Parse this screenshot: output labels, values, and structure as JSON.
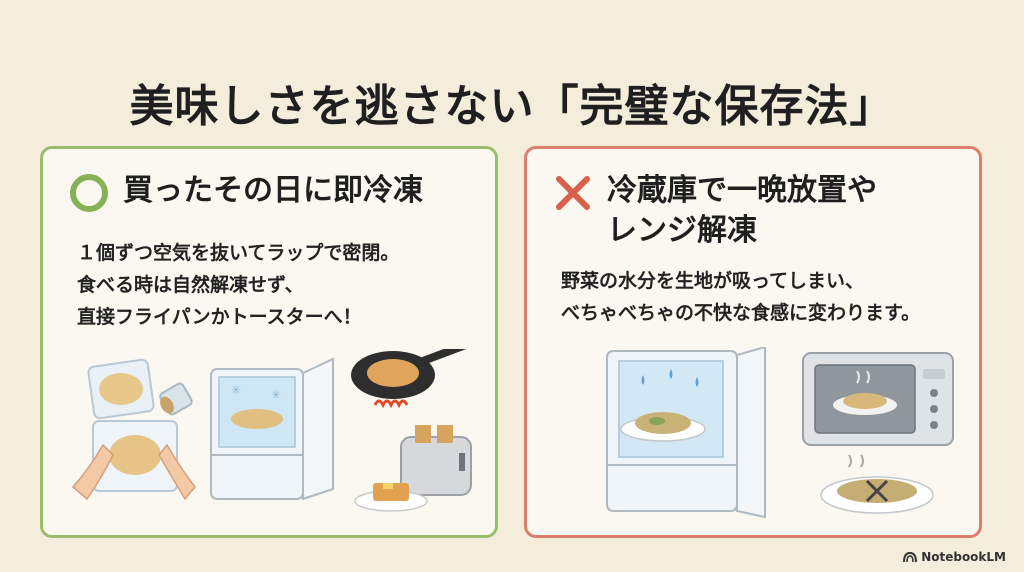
{
  "title": "美味しさを逃さない「完璧な保存法」",
  "good_card": {
    "symbol": "circle-icon",
    "heading": "買ったその日に即冷凍",
    "lines": [
      "１個ずつ空気を抜いてラップで密閉。",
      "食べる時は自然解凍せず、",
      "直接フライパンかトースターへ！"
    ],
    "color": "#9bbd6e"
  },
  "bad_card": {
    "symbol": "cross-icon",
    "heading_lines": [
      "冷蔵庫で一晩放置や",
      "レンジ解凍"
    ],
    "lines": [
      "野菜の水分を生地が吸ってしまい、",
      "べちゃべちゃの不快な食感に変わります。"
    ],
    "color": "#d97f6c"
  },
  "brand": "NotebookLM"
}
